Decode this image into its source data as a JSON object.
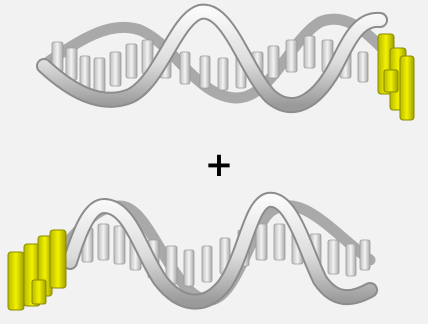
{
  "operator": {
    "symbol": "+"
  },
  "molecules": [
    {
      "name": "dna-duplex-top",
      "overhang_side": "right"
    },
    {
      "name": "dna-duplex-bottom",
      "overhang_side": "left"
    }
  ],
  "colors": {
    "background": "#f2f2f2",
    "helix_light": "#f4f4f4",
    "helix_mid": "#cfcfcf",
    "helix_dark": "#8e8e8e",
    "sticky_end": "#ecec00",
    "sticky_end_dark": "#a9a900",
    "operator": "#000000"
  }
}
